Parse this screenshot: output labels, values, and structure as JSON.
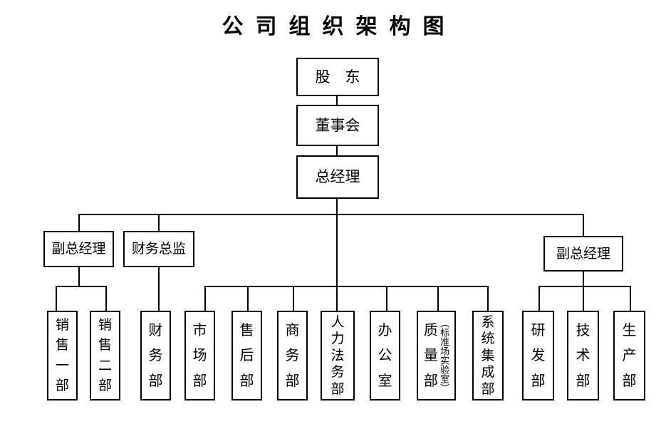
{
  "title": "公司组织架构图",
  "nodes": {
    "shareholder": {
      "label": "股　东"
    },
    "board": {
      "label": "董事会"
    },
    "general_manager": {
      "label": "总经理"
    },
    "vp_left": {
      "label": "副总经理"
    },
    "finance_director": {
      "label": "财务总监"
    },
    "vp_right": {
      "label": "副总经理"
    },
    "sales_dept_1": {
      "label": "销售一部"
    },
    "sales_dept_2": {
      "label": "销售二部"
    },
    "finance_dept": {
      "label": "财务部"
    },
    "marketing_dept": {
      "label": "市场部"
    },
    "after_sales_dept": {
      "label": "售后部"
    },
    "commerce_dept": {
      "label": "商务部"
    },
    "hr_legal_dept": {
      "label": "人力法务部"
    },
    "office": {
      "label": "办公室"
    },
    "quality_dept": {
      "label": "质量部",
      "sublabel": "（标准场实验室）"
    },
    "system_integration_dept": {
      "label": "系统集成部"
    },
    "rd_dept": {
      "label": "研发部"
    },
    "tech_dept": {
      "label": "技术部"
    },
    "production_dept": {
      "label": "生产部"
    }
  },
  "colors": {
    "line": "#000000",
    "text": "#000000",
    "background": "#ffffff"
  }
}
